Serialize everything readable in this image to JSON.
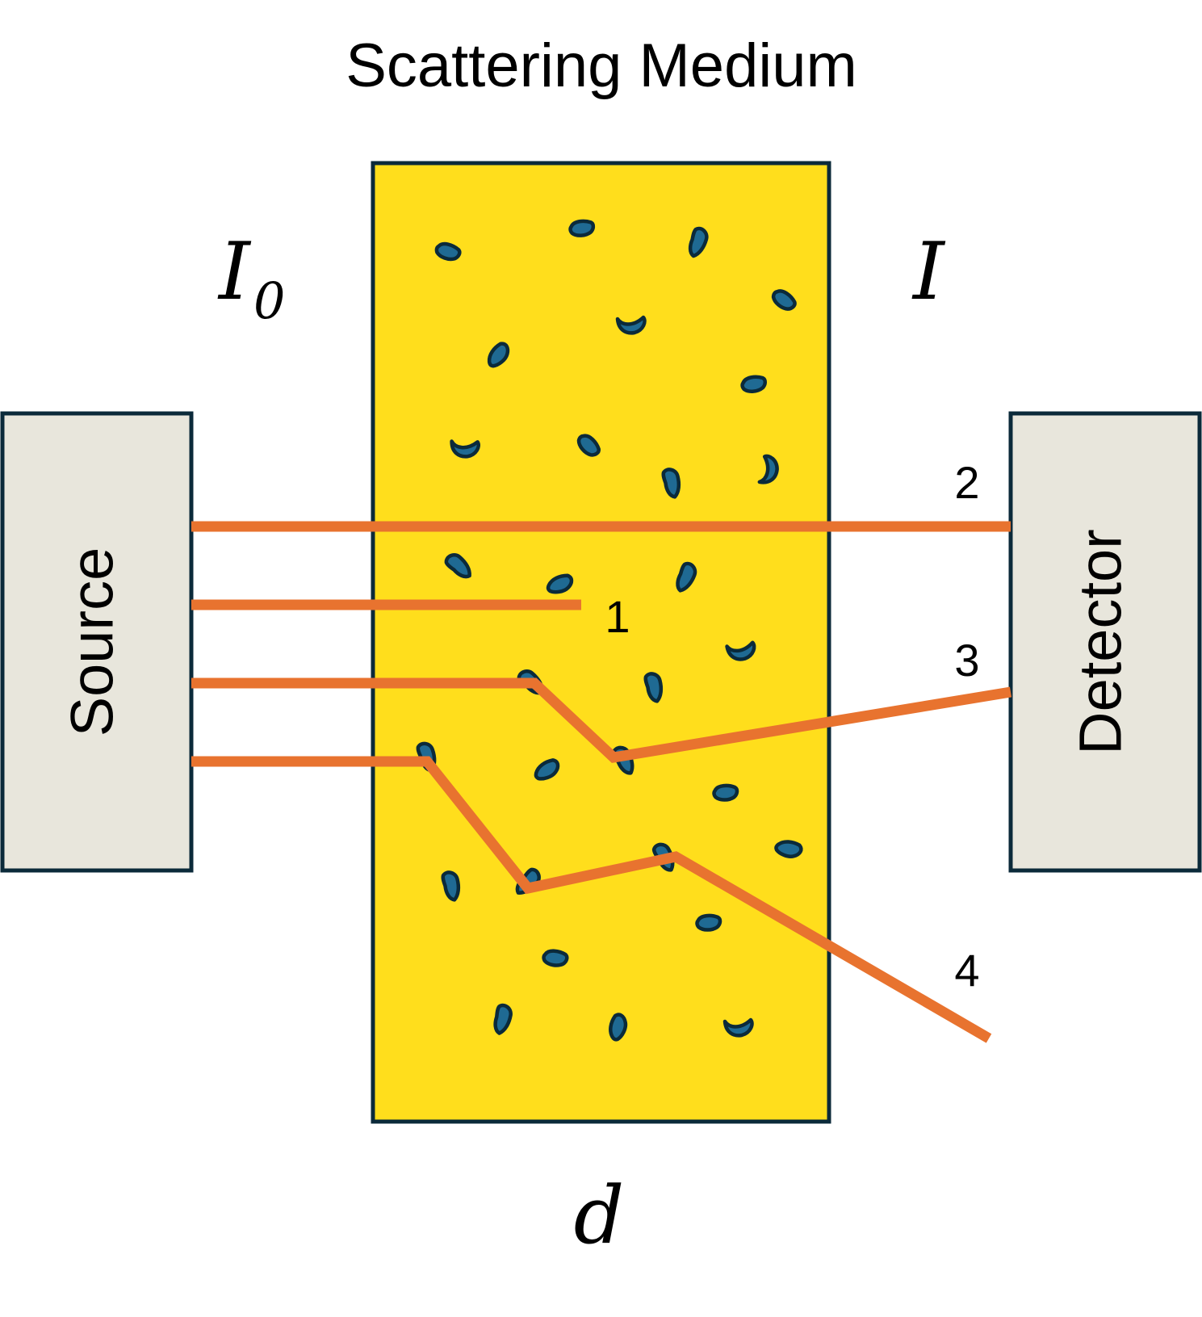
{
  "title": "Scattering Medium",
  "labels": {
    "incident_intensity": "I",
    "incident_subscript": "0",
    "transmitted_intensity": "I",
    "thickness": "d",
    "source": "Source",
    "detector": "Detector"
  },
  "paths": [
    {
      "label": "1"
    },
    {
      "label": "2"
    },
    {
      "label": "3"
    },
    {
      "label": "4"
    }
  ],
  "colors": {
    "medium_fill": "#FFDE1C",
    "particle_fill": "#1F6A93",
    "outline": "#0B2A3A",
    "ray": "#E8732F",
    "box_fill": "#E8E6DC"
  }
}
